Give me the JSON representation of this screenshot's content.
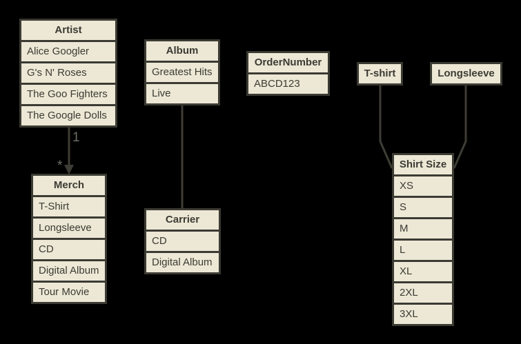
{
  "diagram": {
    "background_color": "#000000",
    "node_fill_color": "#ece8d5",
    "node_border_color": "#3b3a33",
    "node_text_color": "#3c3b34",
    "edge_line_color": "#3e3d35",
    "edge_label_color": "#6f6f68"
  },
  "boxes": {
    "artist": {
      "title": "Artist",
      "items": [
        "Alice Googler",
        "G's N' Roses",
        "The Goo Fighters",
        "The Google Dolls"
      ]
    },
    "merch": {
      "title": "Merch",
      "items": [
        "T-Shirt",
        "Longsleeve",
        "CD",
        "Digital Album",
        "Tour Movie"
      ]
    },
    "album": {
      "title": "Album",
      "items": [
        "Greatest Hits",
        "Live"
      ]
    },
    "carrier": {
      "title": "Carrier",
      "items": [
        "CD",
        "Digital Album"
      ]
    },
    "order_number": {
      "title": "OrderNumber",
      "items": [
        "ABCD123"
      ]
    },
    "tshirt": {
      "title": "T-shirt"
    },
    "longsleeve": {
      "title": "Longsleeve"
    },
    "shirt_size": {
      "title": "Shirt Size",
      "items": [
        "XS",
        "S",
        "M",
        "L",
        "XL",
        "2XL",
        "3XL"
      ]
    }
  },
  "edges": {
    "artist_to_merch": {
      "source_label": "1",
      "target_label": "*"
    }
  }
}
